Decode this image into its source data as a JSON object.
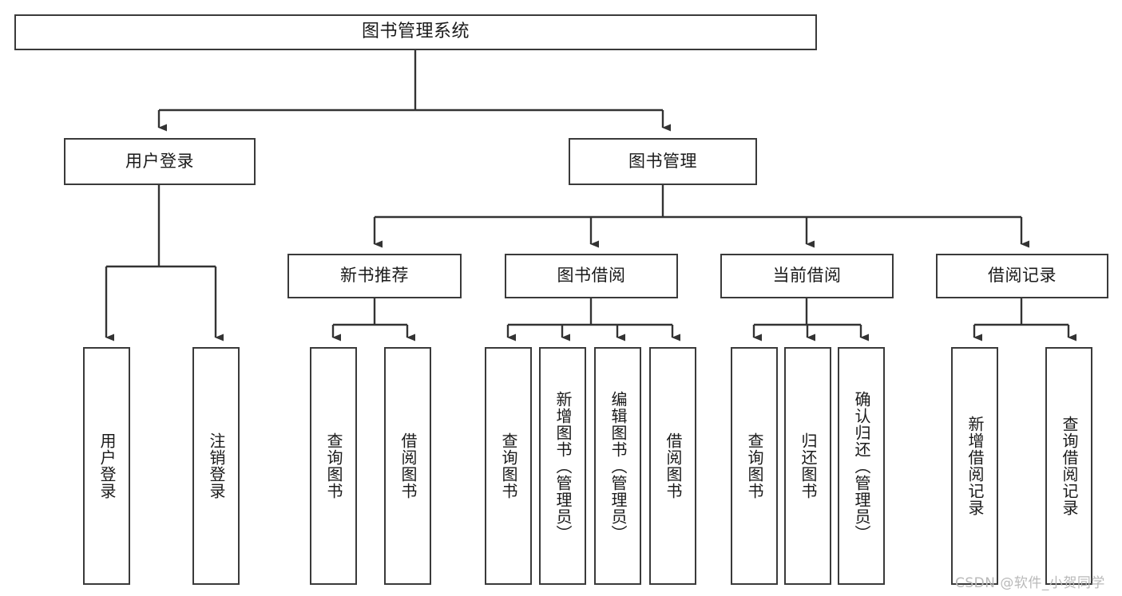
{
  "diagram": {
    "title": "图书管理系统",
    "type": "tree",
    "watermark": "CSDN @软件_小贺同学",
    "colors": {
      "border": "#3a3a3a",
      "text": "#1a1a1a",
      "background": "#ffffff",
      "edge": "#333333",
      "watermark": "#b9b9b9"
    },
    "levels": {
      "root": {
        "label": "图书管理系统"
      },
      "level1": [
        {
          "label": "用户登录"
        },
        {
          "label": "图书管理"
        }
      ],
      "level2": [
        {
          "label": "新书推荐",
          "parent": "图书管理"
        },
        {
          "label": "图书借阅",
          "parent": "图书管理"
        },
        {
          "label": "当前借阅",
          "parent": "图书管理"
        },
        {
          "label": "借阅记录",
          "parent": "图书管理"
        }
      ],
      "leaves": {
        "user_login": [
          {
            "label": "用户登录"
          },
          {
            "label": "注销登录"
          }
        ],
        "new_book": [
          {
            "label": "查询图书"
          },
          {
            "label": "借阅图书"
          }
        ],
        "book_borrow": [
          {
            "label": "查询图书"
          },
          {
            "label": "新增图书（管理员）"
          },
          {
            "label": "编辑图书（管理员）"
          },
          {
            "label": "借阅图书"
          }
        ],
        "current_borrow": [
          {
            "label": "查询图书"
          },
          {
            "label": "归还图书"
          },
          {
            "label": "确认归还（管理员）"
          }
        ],
        "borrow_record": [
          {
            "label": "新增借阅记录"
          },
          {
            "label": "查询借阅记录"
          }
        ]
      }
    }
  }
}
